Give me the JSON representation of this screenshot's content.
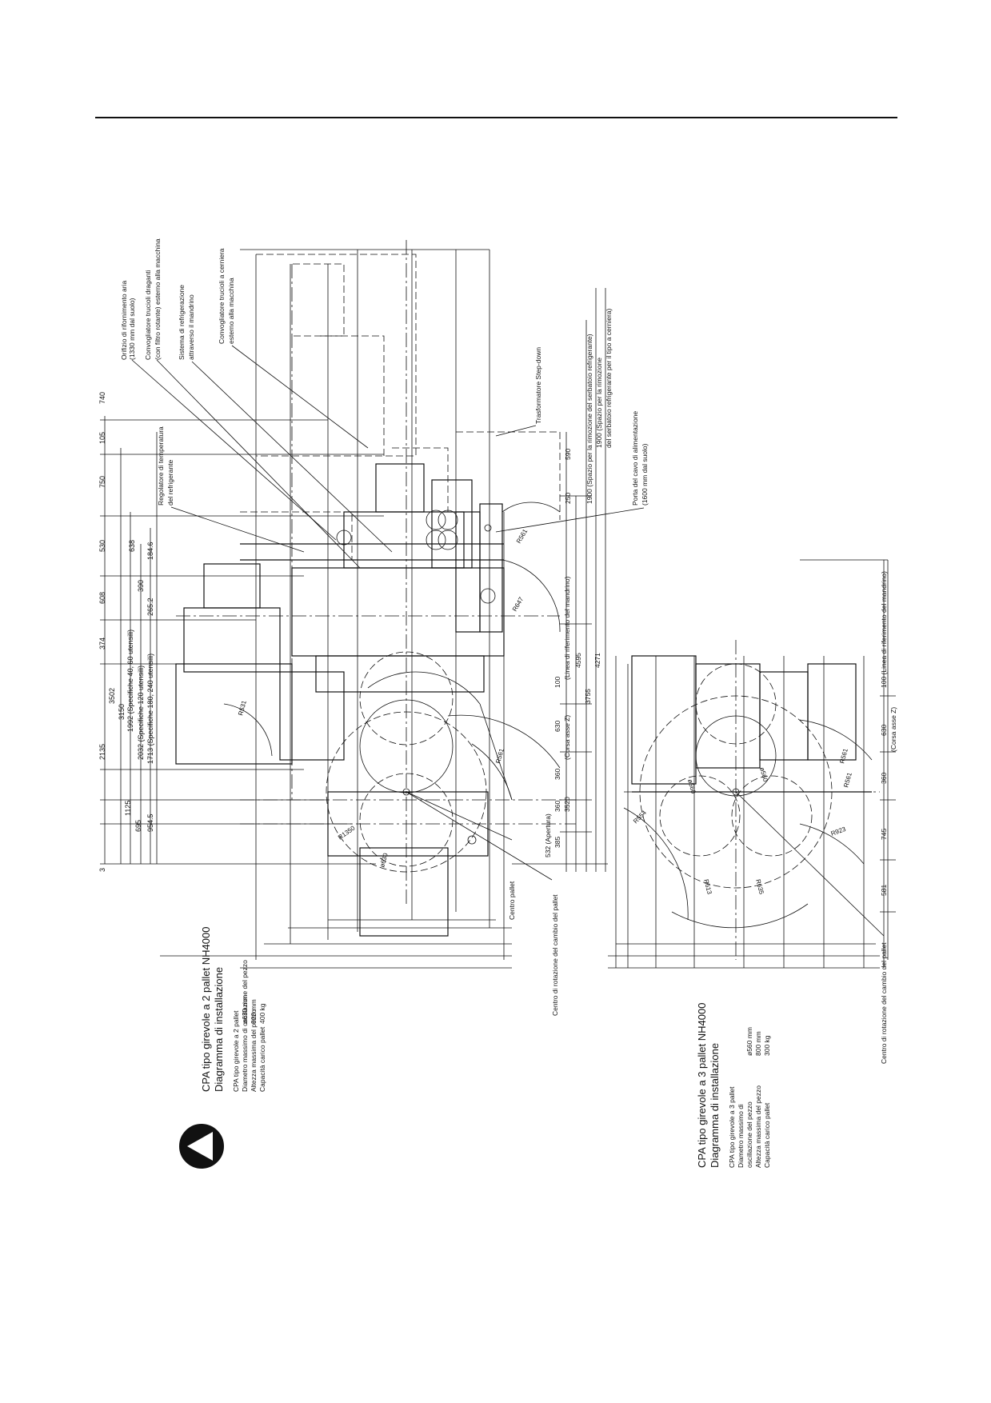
{
  "drawing_2pallet": {
    "title": "CPA tipo girevole a 2 pallet NH4000",
    "subtitle": "Diagramma di installazione",
    "specs": {
      "type_label": "CPA tipo girevole a 2 pallet",
      "swing_label": "Diametro massimo di oscillazione del pezzo",
      "swing_value": "ø630 mm",
      "height_label": "Altezza massima del pezzo",
      "height_value": "900 mm",
      "load_label": "Capacità carico pallet",
      "load_value": "400 kg"
    },
    "callouts": {
      "air": "Orifizio di rifornimento aria",
      "air_note": "(1330 mm dal suolo)",
      "chip_drag": "Convogliatore trucioli draganti",
      "chip_drag_note": "(con filtro rotante) esterno alla macchina",
      "coolant_spindle": "Sistema di refrigerazione",
      "coolant_spindle_note": "attraverso il mandrino",
      "hinge": "Convogliatore trucioli a cerniera",
      "hinge_note": "esterno alla macchina",
      "transformer": "Trasformatore Step-down",
      "coolant_temp": "Regolatore di temperatura",
      "coolant_temp_note": "del refrigerante",
      "tank_space": "1900 (Spazio per la rimozione del serbatoio refrigerante)",
      "tank_space_b": "1900 (Spazio per la rimozione",
      "tank_space_c": "del serbatoio refrigerante per il tipo a cerniera)",
      "power": "Porta del cavo di alimentazione",
      "power_note": "(1600 mm dal suolo)",
      "pallet_center": "Centro pallet",
      "rotation_center": "Centro di rotazione del cambio del pallet"
    },
    "dims_top": [
      "740",
      "105",
      "750",
      "530",
      "608",
      "374",
      "2135",
      "1125",
      "695",
      "3"
    ],
    "dims_inner": [
      "638",
      "390",
      "184.6",
      "265.2",
      "1992 (Specifiche 40, 60 utensili)",
      "1713 (Specifiche 180, 240 utensili)",
      "2032 (Specifiche 120 utensili)",
      "954.5",
      "3502",
      "3150"
    ],
    "dims_right": [
      "590",
      "250",
      "100",
      "630",
      "360",
      "360",
      "385",
      "532 (Apertura)",
      "3520",
      "3755",
      "4271",
      "4595"
    ],
    "dims_right_labels": [
      "(Linea di riferimento del mandrino)",
      "(Corsa asse Z)"
    ],
    "radii": [
      "R561",
      "R647",
      "R561",
      "R531",
      "R1350",
      "ø630"
    ]
  },
  "drawing_3pallet": {
    "title": "CPA tipo girevole a 3 pallet NH4000",
    "subtitle": "Diagramma di installazione",
    "specs": {
      "type_label": "CPA tipo girevole a 3 pallet",
      "swing_label_a": "Diametro massimo di",
      "swing_label_b": "oscillazione del pezzo",
      "swing_value": "ø560 mm",
      "height_label": "Altezza massima del pezzo",
      "height_value": "800 mm",
      "load_label": "Capacità carico pallet",
      "load_value": "300 kg"
    },
    "dims_right": [
      "100 (Linea di riferimento del mandrino)",
      "630",
      "(Corsa asse Z)",
      "360",
      "745",
      "581"
    ],
    "radii": [
      "R561",
      "R561",
      "R554",
      "R613",
      "R923",
      "R635",
      "ø560",
      "ø560"
    ],
    "rotation_center": "Centro di rotazione del cambio del pallet"
  },
  "logo": {
    "name": "triangle-in-circle-logo"
  },
  "colors": {
    "ink": "#111111",
    "paper": "#ffffff"
  }
}
